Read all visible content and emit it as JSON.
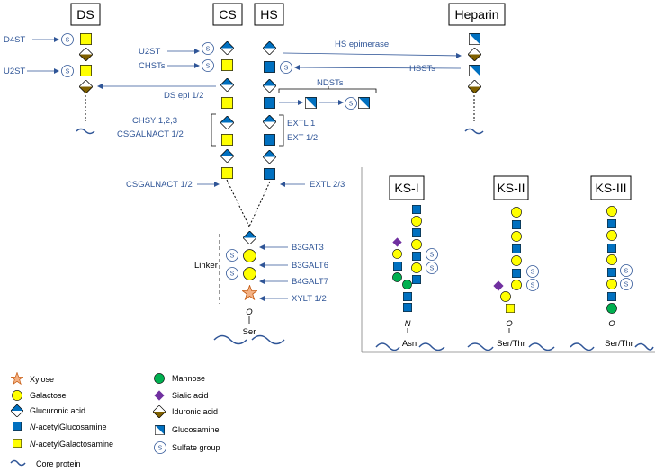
{
  "colors": {
    "glcnac": "#0070c0",
    "galnac": "#ffff00",
    "galactose": "#ffff00",
    "mannose": "#00b050",
    "sialic": "#7030a0",
    "iduronic": "#7f6000",
    "xylose": "#f4b183",
    "enzyme_text": "#2f5597",
    "arrow": "#2f5597",
    "outline": "#000000",
    "sulfate_ring": "#2f5597"
  },
  "headers": {
    "ds": "DS",
    "cs": "CS",
    "hs": "HS",
    "heparin": "Heparin",
    "ks1": "KS-I",
    "ks2": "KS-II",
    "ks3": "KS-III"
  },
  "enzymes": {
    "d4st": "D4ST",
    "u2st_ds": "U2ST",
    "u2st_cs": "U2ST",
    "chsts": "CHSTs",
    "ds_epi": "DS epi 1/2",
    "chsy": "CHSY 1,2,3",
    "csgalnact_a": "CSGALNACT 1/2",
    "csgalnact_b": "CSGALNACT 1/2",
    "hs_epimerase": "HS epimerase",
    "hssts": "HSSTs",
    "ndsts": "NDSTs",
    "extl1": "EXTL 1",
    "ext12": "EXT 1/2",
    "extl23": "EXTL 2/3",
    "b3gat3": "B3GAT3",
    "b3galt6": "B3GALT6",
    "b4galt7": "B4GALT7",
    "xylt": "XYLT 1/2"
  },
  "labels": {
    "linker": "Linker",
    "o_main": "O",
    "ser_main": "Ser",
    "ks1_n": "N",
    "ks1_asn": "Asn",
    "ks2_o": "O",
    "ks2_serthr": "Ser/Thr",
    "ks3_o": "O",
    "ks3_serthr": "Ser/Thr",
    "sulfate_symbol": "S"
  },
  "legend": {
    "xylose": "Xylose",
    "galactose": "Galactose",
    "glucuronic": "Glucuronic acid",
    "glcnac_prefix": "N",
    "glcnac_rest": "-acetylGlucosamine",
    "galnac_prefix": "N",
    "galnac_rest": "-acetylGalactosamine",
    "core": "Core protein",
    "mannose": "Mannose",
    "sialic": "Sialic acid",
    "iduronic": "Iduronic acid",
    "glucosamine": "Glucosamine",
    "sulfate": "Sulfate group"
  }
}
